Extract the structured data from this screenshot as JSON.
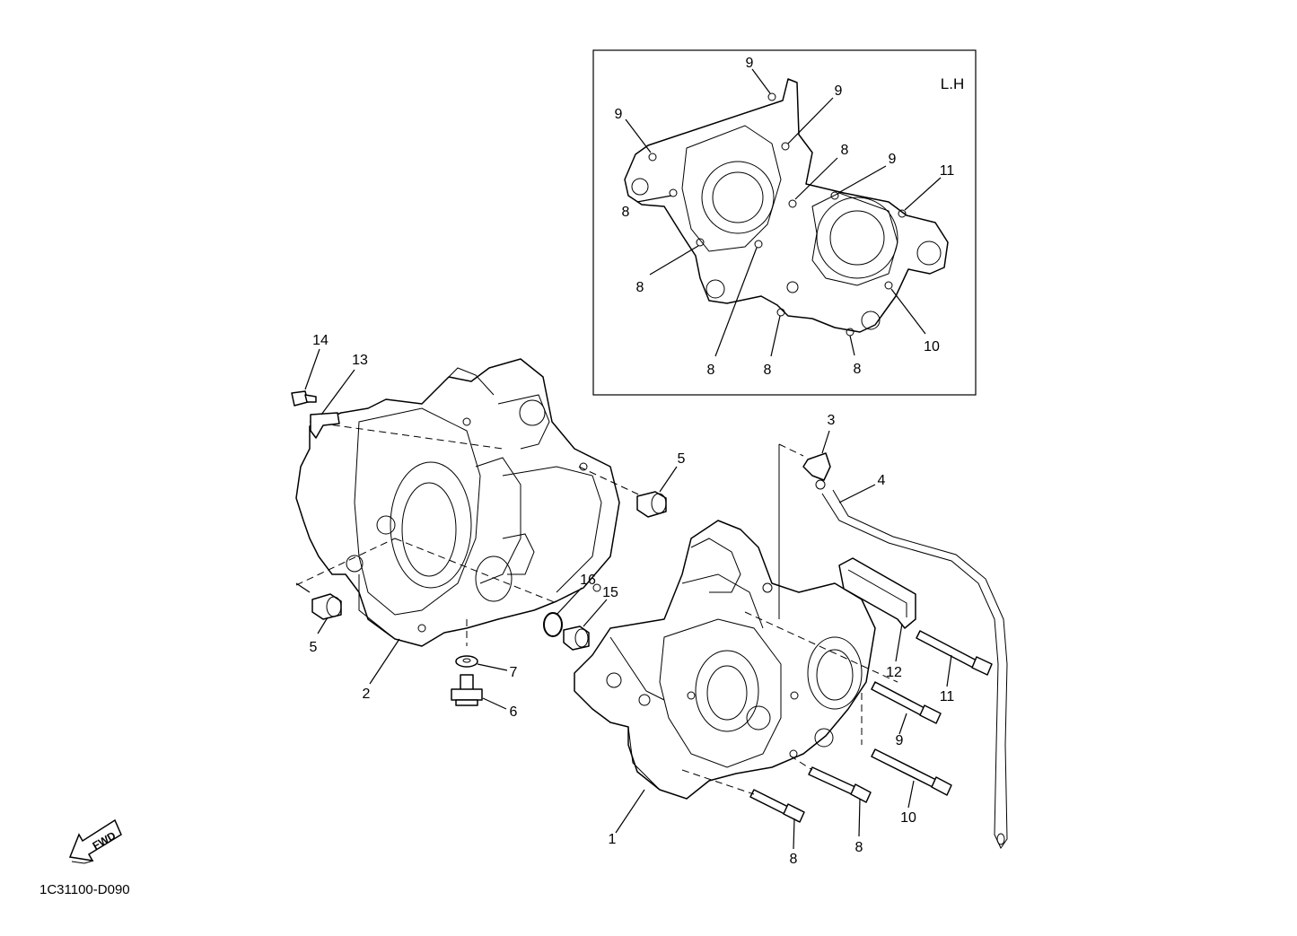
{
  "inset_title": "L.H",
  "diagram_code": "1C31100-D090",
  "fwd_label": "FWD",
  "callouts": [
    {
      "id": "c-9-a",
      "text": "9"
    },
    {
      "id": "c-9-b",
      "text": "9"
    },
    {
      "id": "c-9-c",
      "text": "9"
    },
    {
      "id": "c-8-a",
      "text": "8"
    },
    {
      "id": "c-9-d",
      "text": "9"
    },
    {
      "id": "c-11-inset",
      "text": "11"
    },
    {
      "id": "c-8-b",
      "text": "8"
    },
    {
      "id": "c-8-c",
      "text": "8"
    },
    {
      "id": "c-10-inset",
      "text": "10"
    },
    {
      "id": "c-8-d",
      "text": "8"
    },
    {
      "id": "c-8-e",
      "text": "8"
    },
    {
      "id": "c-8-f",
      "text": "8"
    },
    {
      "id": "c-14",
      "text": "14"
    },
    {
      "id": "c-13",
      "text": "13"
    },
    {
      "id": "c-5-a",
      "text": "5"
    },
    {
      "id": "c-5-b",
      "text": "5"
    },
    {
      "id": "c-2",
      "text": "2"
    },
    {
      "id": "c-16",
      "text": "16"
    },
    {
      "id": "c-15",
      "text": "15"
    },
    {
      "id": "c-7",
      "text": "7"
    },
    {
      "id": "c-6",
      "text": "6"
    },
    {
      "id": "c-3",
      "text": "3"
    },
    {
      "id": "c-4",
      "text": "4"
    },
    {
      "id": "c-12",
      "text": "12"
    },
    {
      "id": "c-11",
      "text": "11"
    },
    {
      "id": "c-9",
      "text": "9"
    },
    {
      "id": "c-10",
      "text": "10"
    },
    {
      "id": "c-1",
      "text": "1"
    },
    {
      "id": "c-8-g",
      "text": "8"
    },
    {
      "id": "c-8-h",
      "text": "8"
    }
  ]
}
